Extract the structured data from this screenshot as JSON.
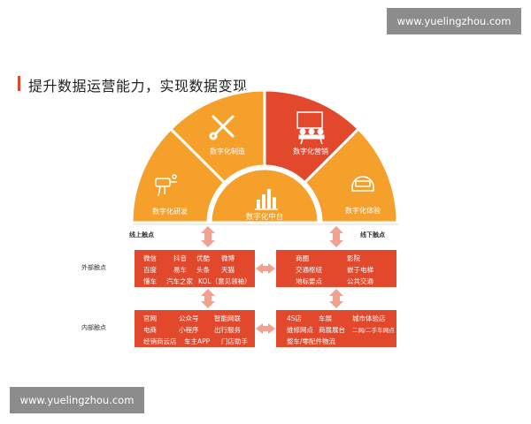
{
  "watermark": "www.yuelingzhou.com",
  "title": "提升数据运营能力，实现数据变现",
  "hub": {
    "center": "数字化中台",
    "segments": [
      {
        "label": "数字化研发",
        "icon": "drill-icon"
      },
      {
        "label": "数字化制造",
        "icon": "tools-icon"
      },
      {
        "label": "数字化营销",
        "icon": "presentation-icon"
      },
      {
        "label": "数字化体验",
        "icon": "helmet-icon"
      }
    ]
  },
  "touchpoints": {
    "online": "线上触点",
    "offline": "线下触点",
    "external": "外部触点",
    "internal": "内部触点"
  },
  "boxes": {
    "external_online": [
      [
        "微信",
        "抖音",
        "优酷",
        "微博"
      ],
      [
        "百度",
        "易车",
        "头条",
        "天猫"
      ],
      [
        "懂车",
        "汽车之家",
        "KOL（意见领袖）"
      ]
    ],
    "external_offline": [
      [
        "商圈",
        "影院"
      ],
      [
        "交通枢纽",
        "嵌于电梯"
      ],
      [
        "地标要点",
        "公共交通"
      ]
    ],
    "internal_online": [
      [
        "官网",
        "公众号",
        "智能网联"
      ],
      [
        "电商",
        "小程序",
        "出行服务"
      ],
      [
        "经销商云店",
        "车主APP",
        "门店助手"
      ]
    ],
    "internal_offline": [
      [
        "4S店",
        "车展",
        "城市体验店"
      ],
      [
        "维修网点",
        "商展展台",
        "二网/二手车网点"
      ],
      [
        "整车/零配件物流"
      ]
    ]
  },
  "colors": {
    "orange": "#f5a02a",
    "red": "#e2482c",
    "white": "#ffffff"
  }
}
